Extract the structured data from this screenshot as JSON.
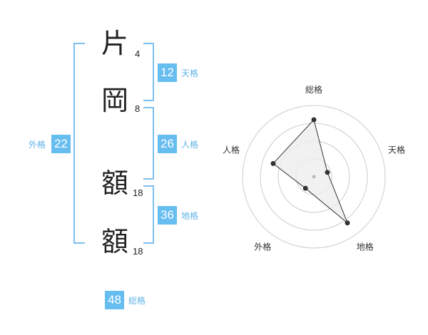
{
  "name": {
    "chars": [
      {
        "char": "片",
        "strokes": "4"
      },
      {
        "char": "岡",
        "strokes": "8"
      },
      {
        "char": "額",
        "strokes": "18"
      },
      {
        "char": "額",
        "strokes": "18"
      }
    ]
  },
  "fortunes": {
    "tenkaku": {
      "label": "天格",
      "value": "12"
    },
    "jinkaku": {
      "label": "人格",
      "value": "26"
    },
    "chikaku": {
      "label": "地格",
      "value": "36"
    },
    "gaikaku": {
      "label": "外格",
      "value": "22"
    },
    "soukaku": {
      "label": "総格",
      "value": "48"
    }
  },
  "chart_data": {
    "type": "radar",
    "axes": [
      "総格",
      "天格",
      "地格",
      "外格",
      "人格"
    ],
    "values": [
      4,
      1,
      4,
      1,
      3
    ],
    "rmax": 5,
    "rings": 4,
    "colors": {
      "fill": "#eeeeee",
      "line": "#333333",
      "ring": "#cccccc"
    }
  }
}
